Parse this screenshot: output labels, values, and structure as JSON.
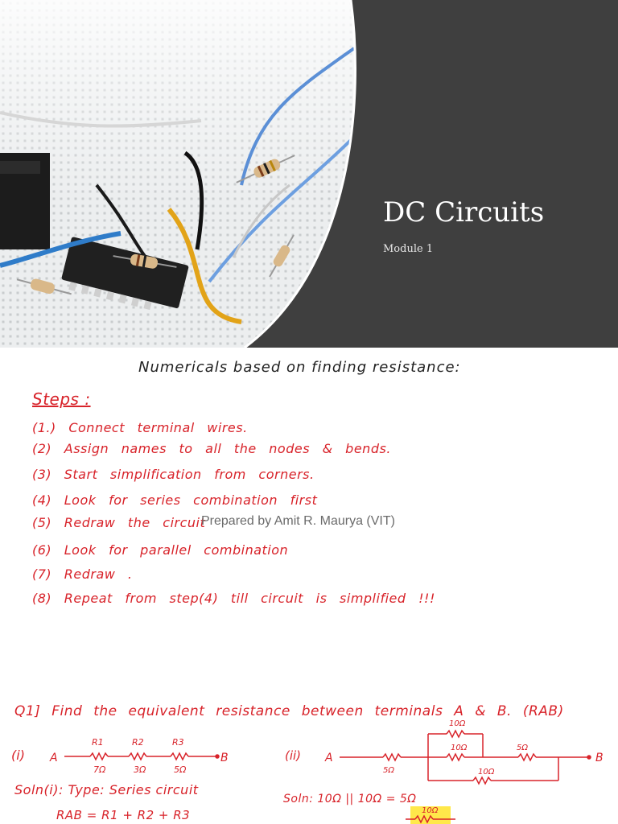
{
  "slide1": {
    "title": "DC Circuits",
    "subtitle": "Module 1"
  },
  "slide2": {
    "heading": "Numericals based on finding resistance:",
    "steps_label": "Steps :",
    "steps": [
      "(1.) Connect terminal wires.",
      "(2) Assign names to all the nodes & bends.",
      "(3) Start simplification from corners.",
      "(4) Look for series combination first",
      "(5) Redraw the circuit",
      "(6) Look for parallel combination",
      "(7) Redraw .",
      "(8) Repeat from step(4) till circuit is simplified !!!"
    ],
    "watermark": "Prepared by Amit R. Maurya (VIT)",
    "question": "Q1] Find the equivalent resistance between terminals A & B. (RAB)",
    "circuit1": {
      "label": "(i)",
      "node_a": "A",
      "node_b": "B",
      "resistors": [
        {
          "name": "R1",
          "value": "7Ω"
        },
        {
          "name": "R2",
          "value": "3Ω"
        },
        {
          "name": "R3",
          "value": "5Ω"
        }
      ]
    },
    "circuit2": {
      "label": "(ii)",
      "node_a": "A",
      "node_b": "B",
      "values": [
        "10Ω",
        "10Ω",
        "5Ω",
        "5Ω",
        "10Ω"
      ]
    },
    "solution1": "Soln(i): Type: Series circuit",
    "formula": "RAB = R1 + R2 + R3",
    "solution2": "Soln: 10Ω || 10Ω = 5Ω",
    "highlight_value": "10Ω"
  }
}
